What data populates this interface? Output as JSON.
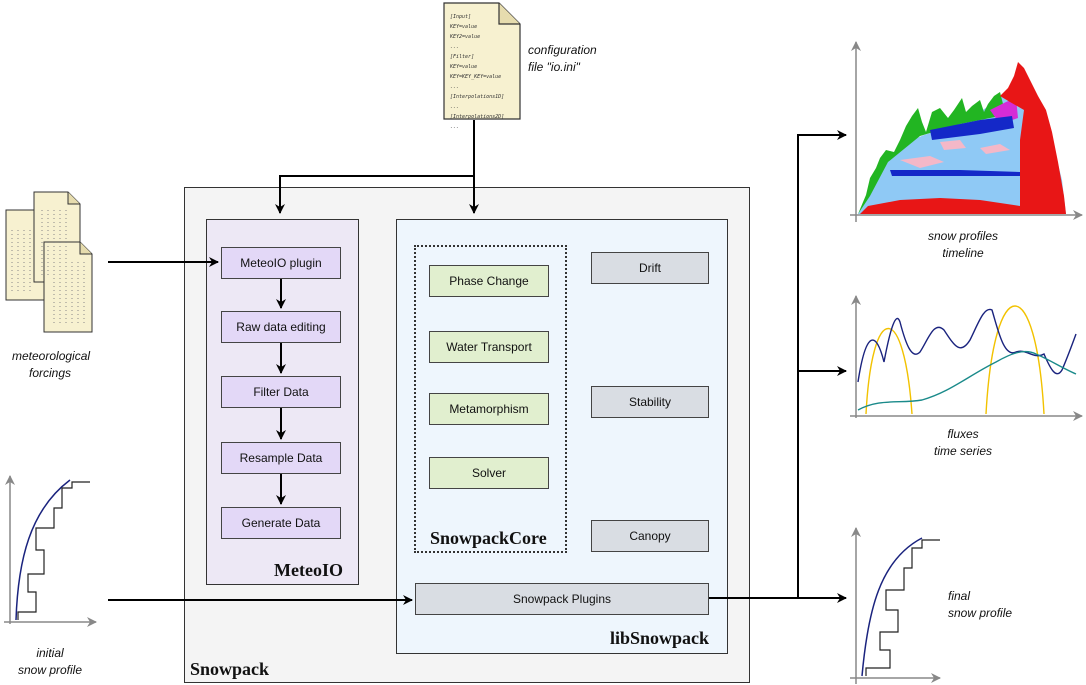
{
  "config_file": {
    "caption_line1": "configuration",
    "caption_line2": "file \"io.ini\"",
    "lines": [
      "[Input]",
      "KEY=value",
      "KEY2=value",
      "...",
      "[Filter]",
      "KEY=value",
      "KEY=KEY_KEY=value",
      "...",
      "[Interpolations1D]",
      "...",
      "[Interpolations2D]",
      "..."
    ]
  },
  "inputs": {
    "meteo_line1": "meteorological",
    "meteo_line2": "forcings",
    "profile_line1": "initial",
    "profile_line2": "snow profile"
  },
  "snowpack": {
    "title": "Snowpack"
  },
  "meteoio": {
    "title": "MeteoIO",
    "steps": [
      "MeteoIO plugin",
      "Raw data editing",
      "Filter Data",
      "Resample Data",
      "Generate Data"
    ]
  },
  "libsnowpack": {
    "title": "libSnowpack",
    "core_title": "SnowpackCore",
    "core_items": [
      "Phase Change",
      "Water Transport",
      "Metamorphism",
      "Solver"
    ],
    "side_items": [
      "Drift",
      "Stability",
      "Canopy"
    ],
    "plugins": "Snowpack Plugins"
  },
  "outputs": {
    "profiles_line1": "snow profiles",
    "profiles_line2": "timeline",
    "fluxes_line1": "fluxes",
    "fluxes_line2": "time series",
    "final_line1": "final",
    "final_line2": "snow profile"
  },
  "colors": {
    "meteoio_box": "#e3d8f7",
    "core_box": "#e1efcf",
    "lib_box": "#d9dde3",
    "snowpack_bg": "#f4f4f4",
    "lib_bg": "#eef6fd",
    "meteoio_bg": "#ede8f5"
  }
}
